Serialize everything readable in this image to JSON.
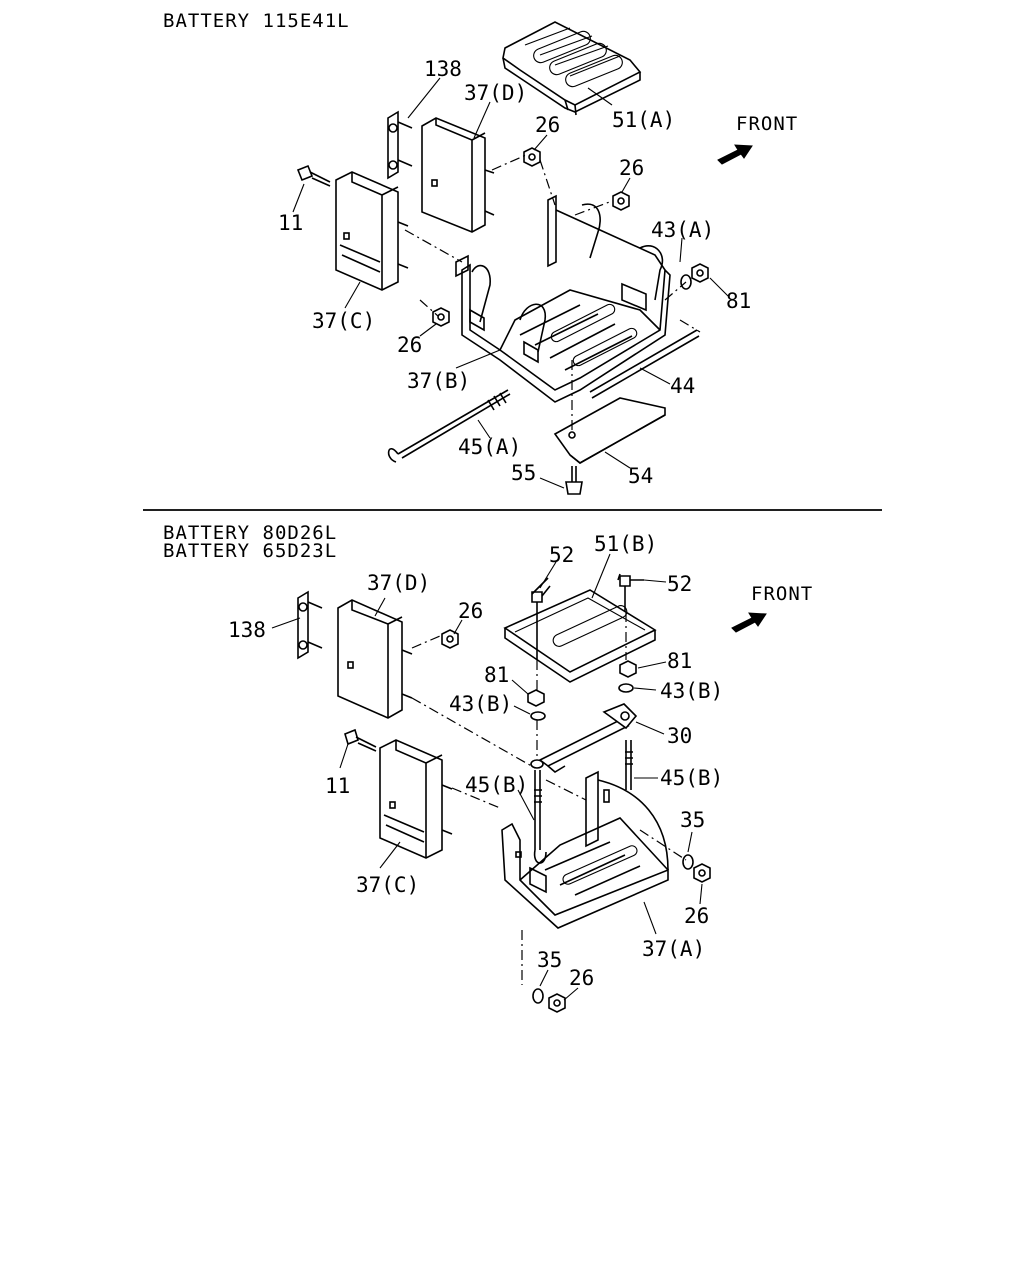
{
  "sections": [
    {
      "headings": [
        "BATTERY 115E41L"
      ],
      "front_label": "FRONT",
      "callouts": {
        "c138": "138",
        "c37d": "37(D)",
        "c51a": "51(A)",
        "c26a": "26",
        "c26b": "26",
        "c11": "11",
        "c43a": "43(A)",
        "c81": "81",
        "c37c": "37(C)",
        "c26c": "26",
        "c37b": "37(B)",
        "c44": "44",
        "c45a": "45(A)",
        "c55": "55",
        "c54": "54"
      }
    },
    {
      "headings": [
        "BATTERY 80D26L",
        "BATTERY 65D23L"
      ],
      "front_label": "FRONT",
      "callouts": {
        "c52a": "52",
        "c51b": "51(B)",
        "c52b": "52",
        "c37d": "37(D)",
        "c26a": "26",
        "c138": "138",
        "c81a": "81",
        "c81b": "81",
        "c43ba": "43(B)",
        "c43bb": "43(B)",
        "c30": "30",
        "c11": "11",
        "c45ba": "45(B)",
        "c45bb": "45(B)",
        "c35a": "35",
        "c26b": "26",
        "c37c": "37(C)",
        "c37a": "37(A)",
        "c35b": "35",
        "c26c": "26"
      }
    }
  ]
}
